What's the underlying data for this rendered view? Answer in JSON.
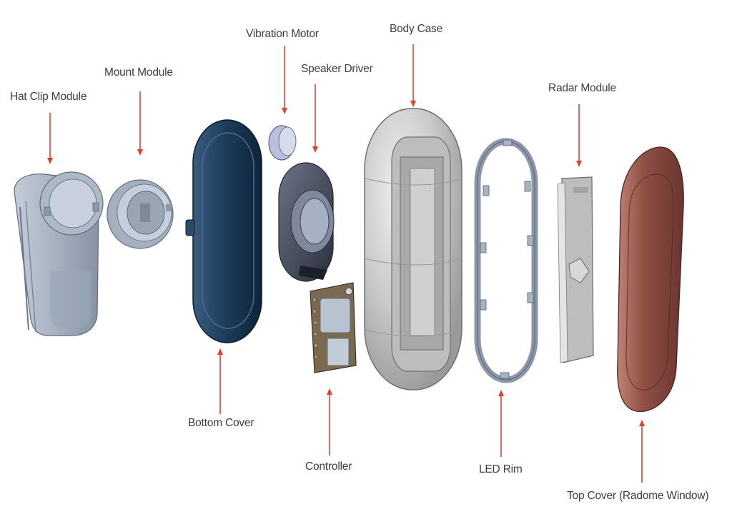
{
  "diagram": {
    "arrow_color": "#e2412e",
    "parts": [
      {
        "id": "hat-clip",
        "label": "Hat Clip Module",
        "color": "#a9b4c4"
      },
      {
        "id": "mount",
        "label": "Mount Module",
        "color": "#b3bdcb"
      },
      {
        "id": "bottom-cover",
        "label": "Bottom Cover",
        "color": "#1c3a58"
      },
      {
        "id": "vibration-motor",
        "label": "Vibration Motor",
        "color": "#c5cbe4"
      },
      {
        "id": "speaker-driver",
        "label": "Speaker Driver",
        "color": "#3d4455"
      },
      {
        "id": "controller",
        "label": "Controller",
        "color": "#7a6a52"
      },
      {
        "id": "body-case",
        "label": "Body Case",
        "color": "#c9c9c9"
      },
      {
        "id": "led-rim",
        "label": "LED Rim",
        "color": "#8c98aa"
      },
      {
        "id": "radar",
        "label": "Radar Module",
        "color": "#b8b8b8"
      },
      {
        "id": "top-cover",
        "label": "Top Cover (Radome Window)",
        "color": "#8a4a42"
      }
    ]
  }
}
